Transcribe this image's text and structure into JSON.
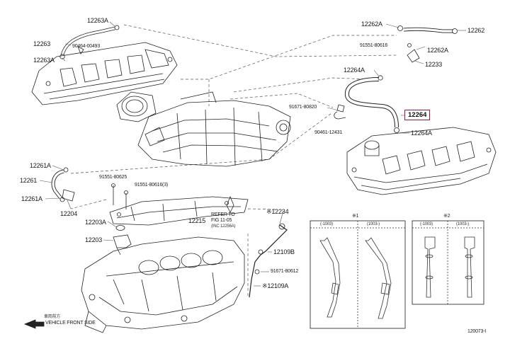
{
  "labels": {
    "p12263A_top": "12263A",
    "p12263": "12263",
    "p90464": "90464-00493",
    "p12263A_left": "12263A",
    "p12262A_top": "12262A",
    "p12262": "12262",
    "p91551_80616_top": "91551-80616",
    "p12262A_right": "12262A",
    "p12233": "12233",
    "p12264A_top": "12264A",
    "p91671_80820": "91671-80820",
    "p90461_12431": "90461-12431",
    "p12264A_right": "12264A",
    "p12261A_top": "12261A",
    "p12261": "12261",
    "p12261A_bottom": "12261A",
    "p12204": "12204",
    "p91551_80625": "91551-80625",
    "p91551_80616_3": "91551-80616(3)",
    "p12215": "12215",
    "refer_1": "REFER TO",
    "refer_2": "FIG 11-05",
    "refer_3": "(INC 12256A)",
    "p12203A": "12203A",
    "p12203": "12203",
    "p12234": "※12234",
    "p12109B": "12109B",
    "p91671_80612": "91671-80612",
    "p12109A": "※12109A",
    "vehicle_front_jp": "車両前方",
    "vehicle_front": "VEHICLE FRONT SIDE",
    "fig_id": "120073-I"
  },
  "highlight": {
    "label": "12264",
    "color": "#b3122e"
  },
  "inset1": {
    "title": "※1",
    "col1": "(-1003)",
    "col2": "(1003-)"
  },
  "inset2": {
    "title": "※2",
    "col1": "(-1003)",
    "col2": "(1003-)"
  }
}
